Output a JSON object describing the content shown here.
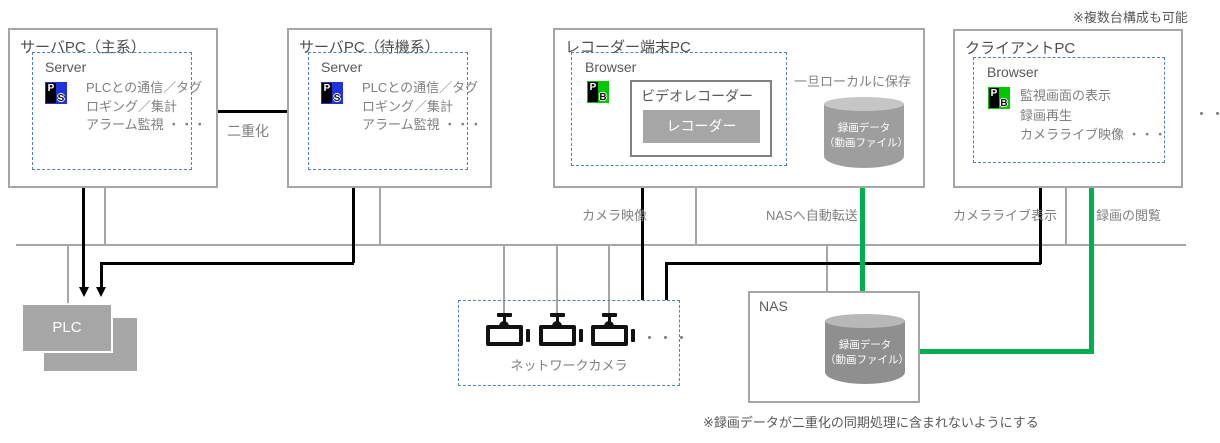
{
  "server_main": {
    "title": "サーバPC（主系）",
    "app_label": "Server",
    "features": [
      "PLCとの通信／タグ",
      "ロギング／集計",
      "アラーム監視 ・・・"
    ]
  },
  "server_standby": {
    "title": "サーバPC（待機系）",
    "app_label": "Server",
    "features": [
      "PLCとの通信／タグ",
      "ロギング／集計",
      "アラーム監視 ・・・"
    ]
  },
  "duplex": {
    "label": "二重化"
  },
  "recorder_pc": {
    "title": "レコーダー端末PC",
    "app_label": "Browser",
    "video_recorder_title": "ビデオレコーダー",
    "recorder_button": "レコーダー"
  },
  "local_storage": {
    "label": "一旦ローカルに保存",
    "line1": "録画データ",
    "line2": "（動画ファイル）"
  },
  "client_pc": {
    "title": "クライアントPC",
    "app_label": "Browser",
    "features": [
      "監視画面の表示",
      "録画再生",
      "カメラライブ映像 ・・・"
    ],
    "more_dots": "・・・",
    "note": "※複数台構成も可能"
  },
  "plc": {
    "label": "PLC"
  },
  "cameras": {
    "label": "ネットワークカメラ",
    "more_dots": "・・・"
  },
  "nas": {
    "title": "NAS",
    "storage_line1": "録画データ",
    "storage_line2": "（動画ファイル）"
  },
  "flow_labels": {
    "camera_video": "カメラ映像",
    "nas_auto_transfer": "NASへ自動転送",
    "camera_live_view": "カメラライブ表示",
    "view_recordings": "録画の閲覧"
  },
  "bottom_note": "※録画データが二重化の同期処理に含まれないようにする",
  "app_icons": {
    "server": {
      "tl": "P",
      "br": "S"
    },
    "browser": {
      "tl": "P",
      "br": "B"
    }
  },
  "colors": {
    "line_gray": "#a6a6a6",
    "black": "#000000",
    "green": "#00b050",
    "dashed_blue": "#4f81bd",
    "box_fill_gray": "#a6a6a6",
    "icon_blue": "#2233dd",
    "icon_green": "#00c800"
  }
}
